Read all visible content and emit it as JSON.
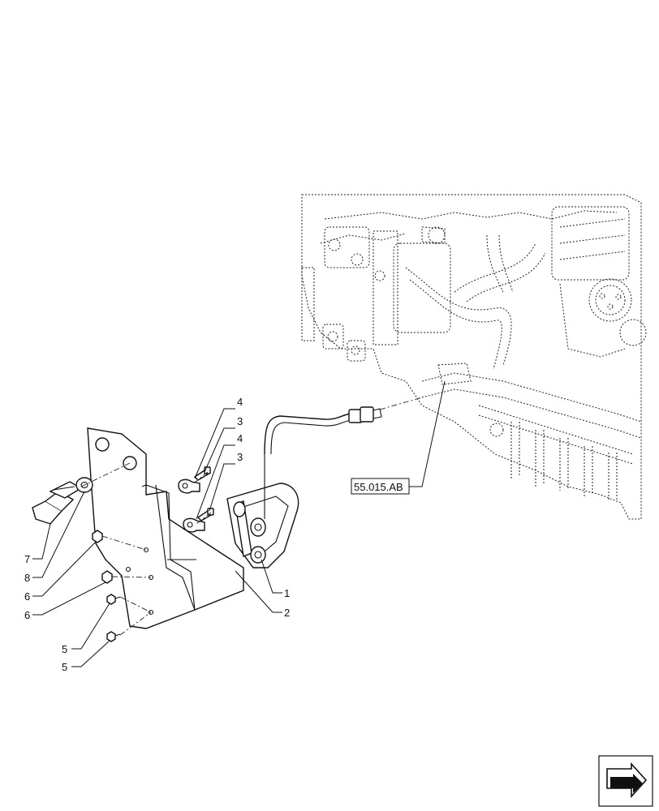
{
  "callouts": [
    {
      "id": "c1",
      "text": "1"
    },
    {
      "id": "c2",
      "text": "2"
    },
    {
      "id": "c3a",
      "text": "3"
    },
    {
      "id": "c3b",
      "text": "3"
    },
    {
      "id": "c4a",
      "text": "4"
    },
    {
      "id": "c4b",
      "text": "4"
    },
    {
      "id": "c5a",
      "text": "5"
    },
    {
      "id": "c5b",
      "text": "5"
    },
    {
      "id": "c6a",
      "text": "6"
    },
    {
      "id": "c6b",
      "text": "6"
    },
    {
      "id": "c7",
      "text": "7"
    },
    {
      "id": "c8",
      "text": "8"
    }
  ],
  "reference_box": {
    "text": "55.015.AB"
  },
  "icons": {
    "navigation": "arrow-navigation-icon"
  }
}
